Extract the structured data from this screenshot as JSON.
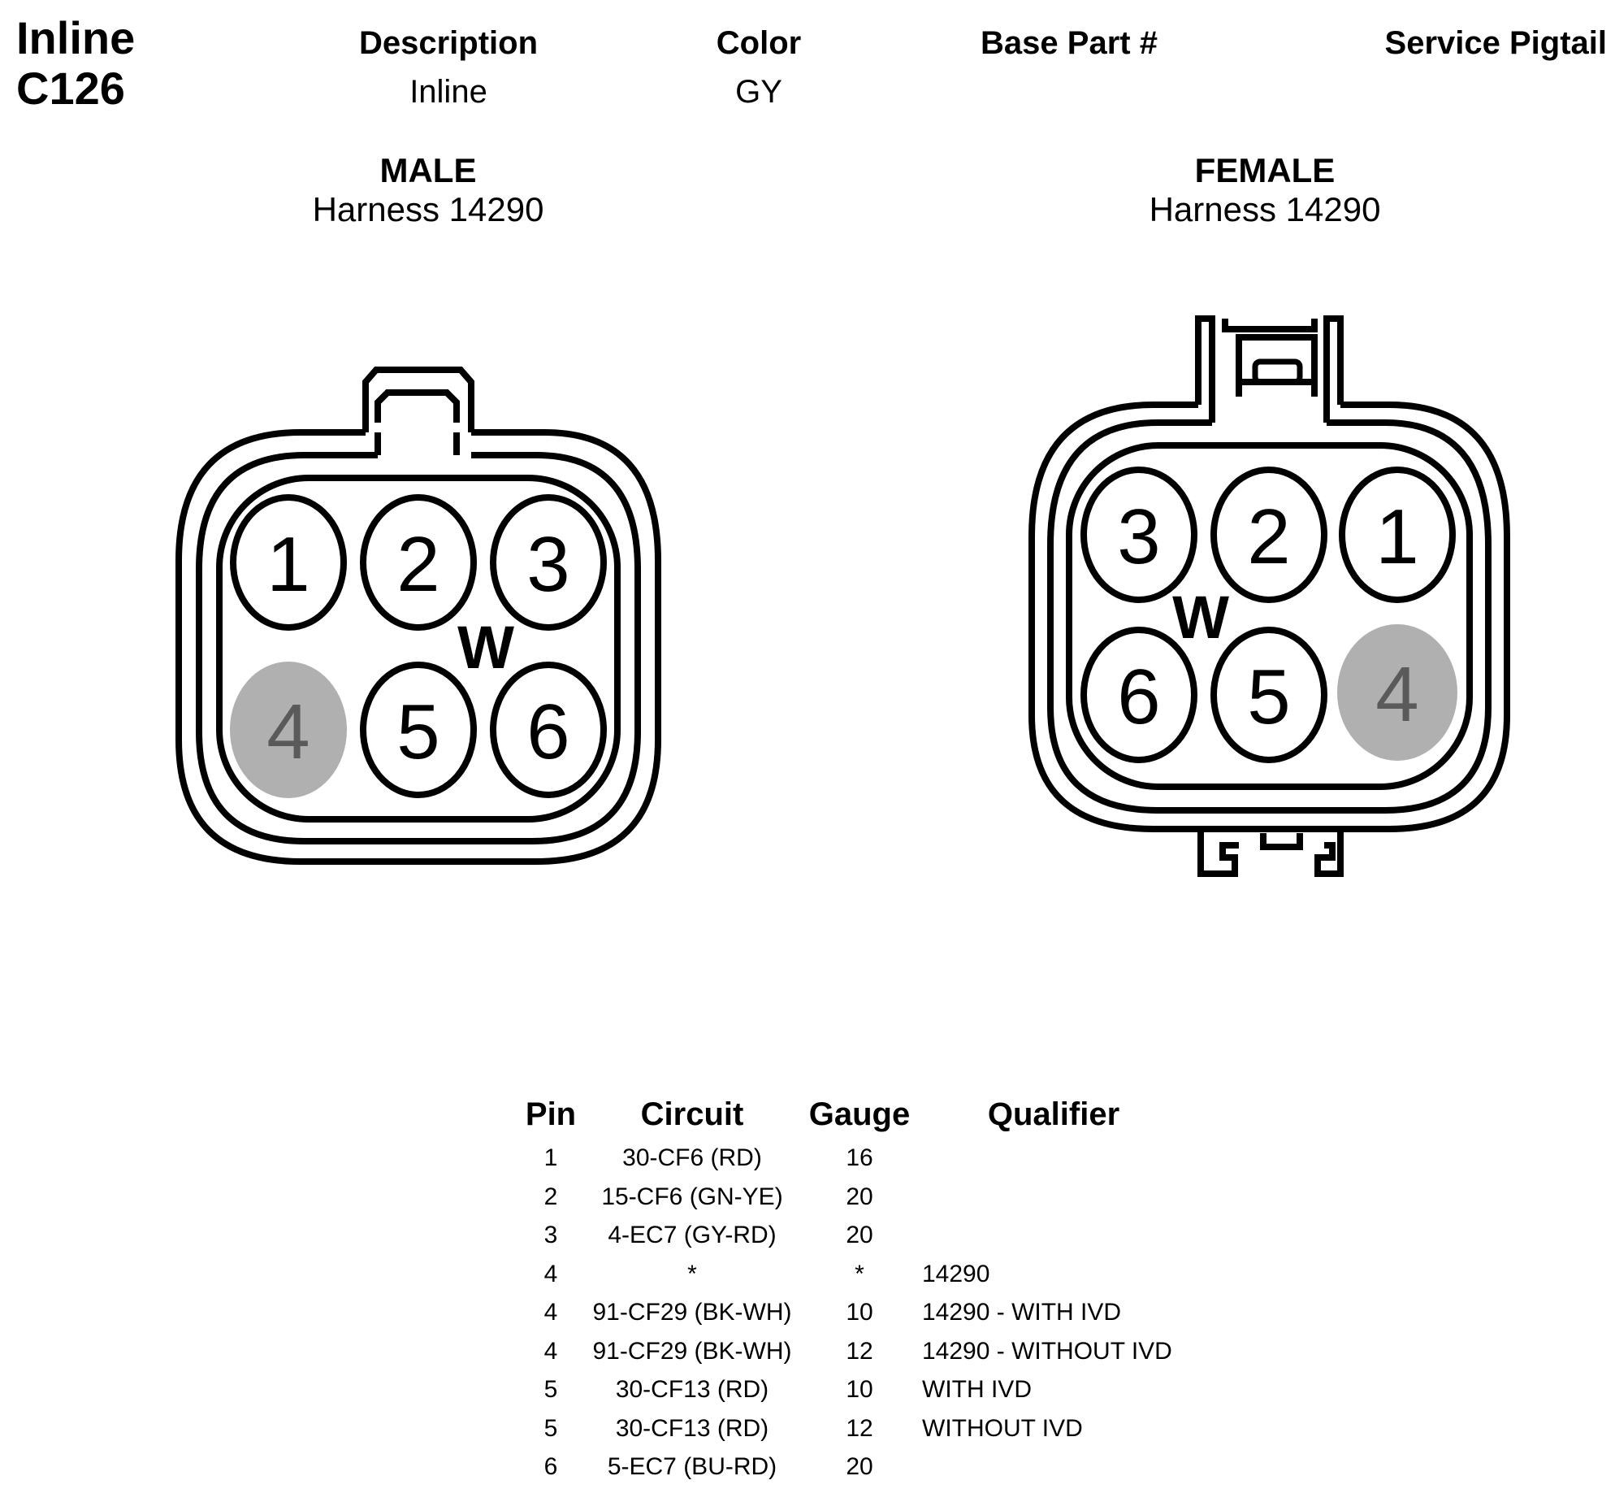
{
  "header": {
    "title_line1": "Inline",
    "title_line2": "C126",
    "description_label": "Description",
    "description_value": "Inline",
    "color_label": "Color",
    "color_value": "GY",
    "base_part_label": "Base Part #",
    "service_pigtail_label": "Service Pigtail"
  },
  "male": {
    "title": "MALE",
    "subtitle": "Harness 14290",
    "keyway_label": "W",
    "pins": [
      "1",
      "2",
      "3",
      "4",
      "5",
      "6"
    ]
  },
  "female": {
    "title": "FEMALE",
    "subtitle": "Harness 14290",
    "keyway_label": "W",
    "pins": [
      "3",
      "2",
      "1",
      "6",
      "5",
      "4"
    ]
  },
  "highlight_color": "#b0b0b0",
  "pin_table": {
    "headers": {
      "pin": "Pin",
      "circuit": "Circuit",
      "gauge": "Gauge",
      "qualifier": "Qualifier"
    },
    "rows": [
      {
        "pin": "1",
        "circuit": "30-CF6 (RD)",
        "gauge": "16",
        "qualifier": ""
      },
      {
        "pin": "2",
        "circuit": "15-CF6 (GN-YE)",
        "gauge": "20",
        "qualifier": ""
      },
      {
        "pin": "3",
        "circuit": "4-EC7 (GY-RD)",
        "gauge": "20",
        "qualifier": ""
      },
      {
        "pin": "4",
        "circuit": "*",
        "gauge": "*",
        "qualifier": "14290"
      },
      {
        "pin": "4",
        "circuit": "91-CF29 (BK-WH)",
        "gauge": "10",
        "qualifier": "14290 - WITH IVD"
      },
      {
        "pin": "4",
        "circuit": "91-CF29 (BK-WH)",
        "gauge": "12",
        "qualifier": "14290 - WITHOUT IVD"
      },
      {
        "pin": "5",
        "circuit": "30-CF13 (RD)",
        "gauge": "10",
        "qualifier": "WITH IVD"
      },
      {
        "pin": "5",
        "circuit": "30-CF13 (RD)",
        "gauge": "12",
        "qualifier": "WITHOUT IVD"
      },
      {
        "pin": "6",
        "circuit": "5-EC7 (BU-RD)",
        "gauge": "20",
        "qualifier": ""
      }
    ]
  }
}
